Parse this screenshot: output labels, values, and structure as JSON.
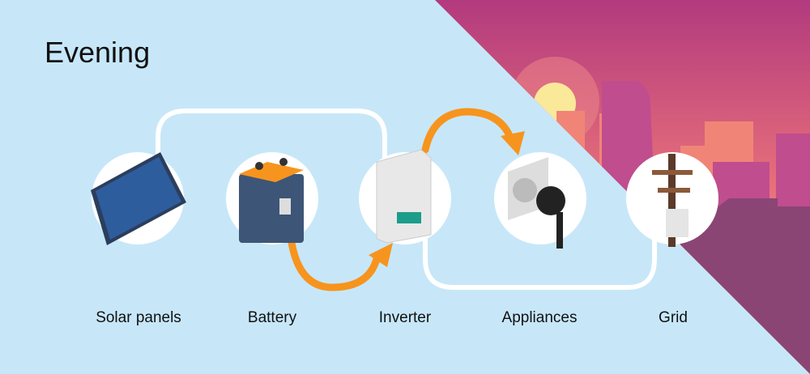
{
  "title": "Evening",
  "nodes": [
    {
      "label": "Solar panels",
      "icon": "solar-panel-icon"
    },
    {
      "label": "Battery",
      "icon": "battery-icon"
    },
    {
      "label": "Inverter",
      "icon": "inverter-icon"
    },
    {
      "label": "Appliances",
      "icon": "power-plug-icon"
    },
    {
      "label": "Grid",
      "icon": "utility-pole-icon"
    }
  ],
  "colors": {
    "background": "#c7e7f9",
    "flow_arrow": "#f7941d",
    "connector": "#ffffff",
    "sky_top": "#b23a7e",
    "sky_bottom": "#f0907a",
    "city": "#8b4574"
  }
}
